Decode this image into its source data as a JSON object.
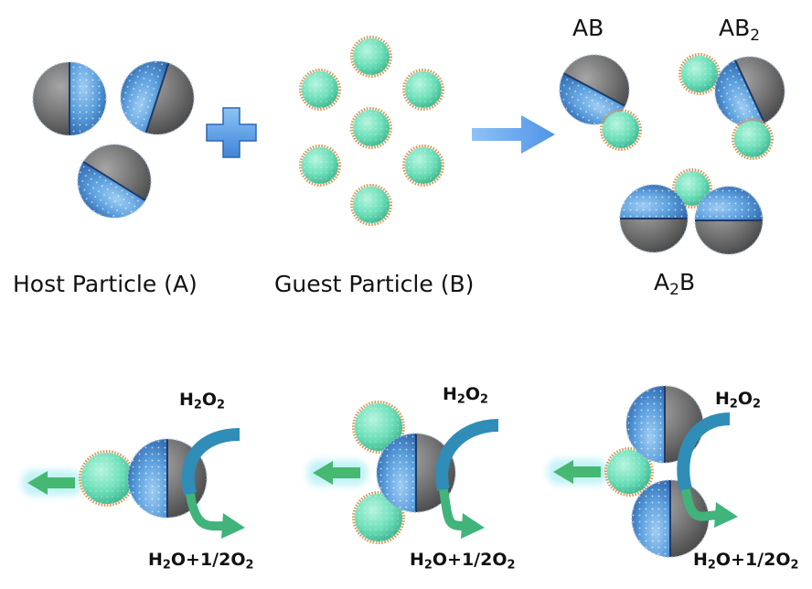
{
  "labels": {
    "host": "Host Particle (A)",
    "guest": "Guest Particle (B)",
    "ab_main": "AB",
    "ab2_main": "AB",
    "ab2_sub": "2",
    "a2b_main": "A",
    "a2b_sub": "2",
    "a2b_end": "B"
  },
  "reaction": {
    "reactant_main": "H",
    "reactant_sub1": "2",
    "reactant_mid": "O",
    "reactant_sub2": "2",
    "product_main": "H",
    "product_sub1": "2",
    "product_mid": "O+1/2O",
    "product_sub2": "2"
  },
  "colors": {
    "gray": "#6f6f6f",
    "blue": "#5ba0de",
    "guest": "#6fe0bb",
    "guest_rim": "#d9a060",
    "arrow_blue": "#6aaaf0",
    "arrow_green": "#45b874",
    "reactant_arrow": "#2f8fb7",
    "product_arrow": "#3fb378"
  }
}
